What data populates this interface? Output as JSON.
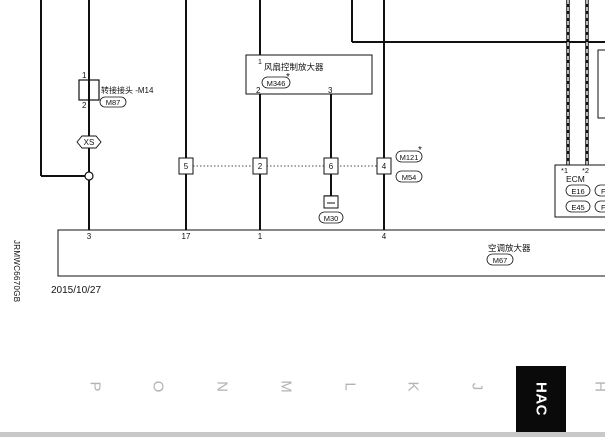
{
  "labels": {
    "relay_connector": "转接接头 -M14",
    "relay_connector_code": "M87",
    "xs_mark": "XS",
    "fan_amp": "风扇控制放大器",
    "fan_amp_code": "M346",
    "ac_amp": "空调放大器",
    "ac_amp_code": "M67",
    "ecm": "ECM",
    "ecm_code_1": "E16",
    "ecm_code_2": "E45",
    "ecm_code_3": "F",
    "ecm_code_4": "F",
    "m121": "M121",
    "m54": "M54",
    "m30": "M30",
    "star": "*",
    "star1": "*1",
    "star2": "*2"
  },
  "pins": {
    "relay_top": "1",
    "relay_bottom": "2",
    "fan_amp_1": "1",
    "fan_amp_2": "2",
    "fan_amp_3": "3",
    "joint_5": "5",
    "joint_2": "2",
    "joint_6": "6",
    "joint_4": "4",
    "ac_3": "3",
    "ac_17": "17",
    "ac_1": "1",
    "ac_4": "4"
  },
  "doc": {
    "vertical_code": "JRMWC6670GB",
    "date": "2015/10/27"
  },
  "nav": {
    "letters": [
      "P",
      "O",
      "N",
      "M",
      "L",
      "K",
      "J"
    ],
    "active_tab": "HAC",
    "trailing": "H"
  }
}
